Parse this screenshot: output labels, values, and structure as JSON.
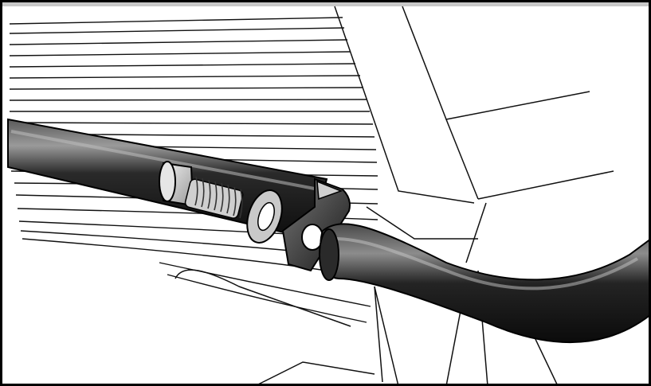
{
  "figure": {
    "kind": "assembly-illustration",
    "style": "grayscale line drawing",
    "parts": [
      {
        "id": "left-tube",
        "icon": "tube-icon"
      },
      {
        "id": "bolt",
        "icon": "socket-head-bolt-icon"
      },
      {
        "id": "washer",
        "icon": "washer-icon"
      },
      {
        "id": "bracket",
        "icon": "bracket-icon"
      },
      {
        "id": "right-tube",
        "icon": "tube-icon"
      },
      {
        "id": "grille",
        "icon": "grille-icon"
      },
      {
        "id": "frame-body",
        "icon": "frame-icon"
      }
    ],
    "colors": {
      "frame_border": "#000000",
      "top_bar": "#c8c8c8",
      "tube_dark": "#1a1a1a",
      "tube_highlight": "#8a8a8a",
      "bolt_light": "#d8d8d8",
      "line_work": "#111111"
    }
  }
}
